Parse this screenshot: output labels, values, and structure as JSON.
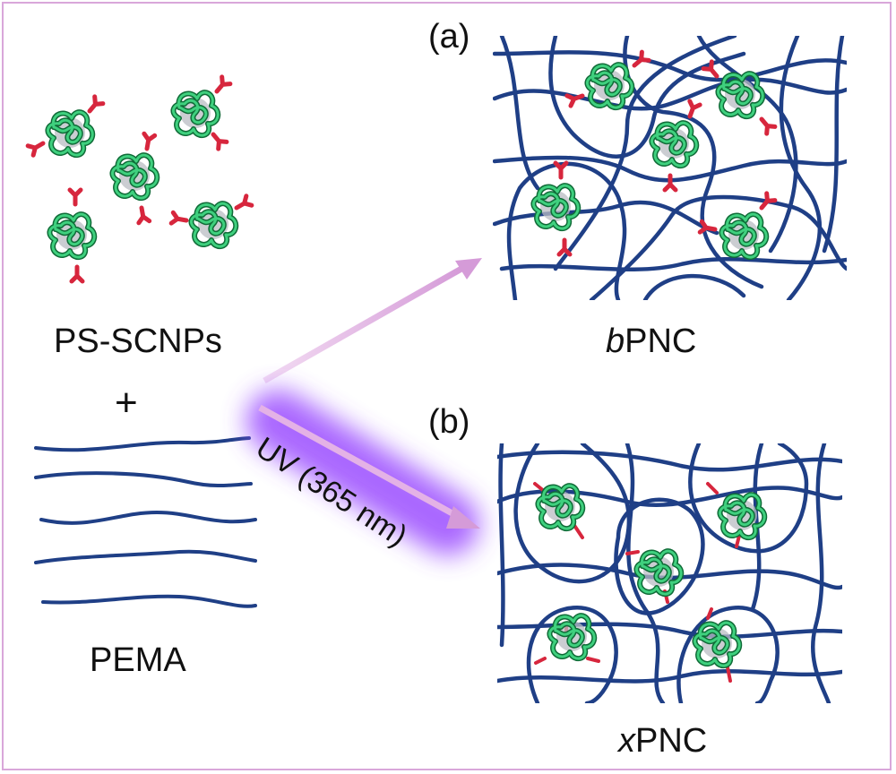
{
  "labels": {
    "panel_a": "(a)",
    "panel_b": "(b)",
    "scnps": "PS-SCNPs",
    "plus": "+",
    "pema": "PEMA",
    "uv": "UV (365 nm)",
    "bpnc_prefix": "b",
    "bpnc_suffix": "PNC",
    "xpnc_prefix": "x",
    "xpnc_suffix": "PNC"
  },
  "colors": {
    "frame": "#d9a7da",
    "polymer": "#1f3f86",
    "nanoparticle": "#21a35a",
    "crosslink": "#d7263d",
    "arrow": "#dba3dd",
    "uv_glow": "#9b4dff"
  }
}
